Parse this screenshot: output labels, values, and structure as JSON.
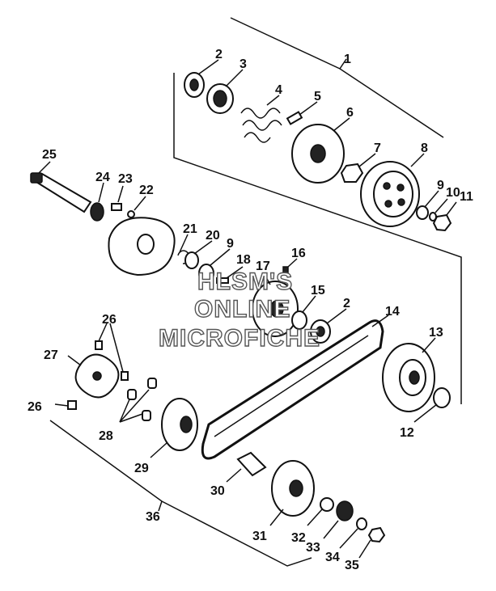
{
  "parts": [
    {
      "id": "part-1",
      "label": "1"
    },
    {
      "id": "part-2a",
      "label": "2"
    },
    {
      "id": "part-3",
      "label": "3"
    },
    {
      "id": "part-4",
      "label": "4"
    },
    {
      "id": "part-5",
      "label": "5"
    },
    {
      "id": "part-6",
      "label": "6"
    },
    {
      "id": "part-7",
      "label": "7"
    },
    {
      "id": "part-8",
      "label": "8"
    },
    {
      "id": "part-9a",
      "label": "9"
    },
    {
      "id": "part-10",
      "label": "10"
    },
    {
      "id": "part-11",
      "label": "11"
    },
    {
      "id": "part-12",
      "label": "12"
    },
    {
      "id": "part-13",
      "label": "13"
    },
    {
      "id": "part-14",
      "label": "14"
    },
    {
      "id": "part-15",
      "label": "15"
    },
    {
      "id": "part-16",
      "label": "16"
    },
    {
      "id": "part-17",
      "label": "17"
    },
    {
      "id": "part-18",
      "label": "18"
    },
    {
      "id": "part-9b",
      "label": "9"
    },
    {
      "id": "part-20",
      "label": "20"
    },
    {
      "id": "part-21",
      "label": "21"
    },
    {
      "id": "part-22",
      "label": "22"
    },
    {
      "id": "part-23",
      "label": "23"
    },
    {
      "id": "part-24",
      "label": "24"
    },
    {
      "id": "part-25",
      "label": "25"
    },
    {
      "id": "part-26a",
      "label": "26"
    },
    {
      "id": "part-26b",
      "label": "26"
    },
    {
      "id": "part-27",
      "label": "27"
    },
    {
      "id": "part-28",
      "label": "28"
    },
    {
      "id": "part-29",
      "label": "29"
    },
    {
      "id": "part-2b",
      "label": "2"
    },
    {
      "id": "part-30",
      "label": "30"
    },
    {
      "id": "part-31",
      "label": "31"
    },
    {
      "id": "part-32",
      "label": "32"
    },
    {
      "id": "part-33",
      "label": "33"
    },
    {
      "id": "part-34",
      "label": "34"
    },
    {
      "id": "part-35",
      "label": "35"
    },
    {
      "id": "part-36",
      "label": "36"
    }
  ],
  "watermark": {
    "line1": "HLSM'S",
    "line2": "ONLINE",
    "line3": "MICROFICHE"
  }
}
